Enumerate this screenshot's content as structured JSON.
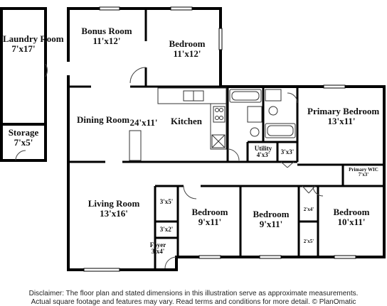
{
  "rooms": {
    "laundry": {
      "name": "Laundry Room",
      "dims": "7'x17'"
    },
    "storage": {
      "name": "Storage",
      "dims": "7'x5'"
    },
    "bonus": {
      "name": "Bonus Room",
      "dims": "11'x12'"
    },
    "bedroom_top": {
      "name": "Bedroom",
      "dims": "11'x12'"
    },
    "dining": {
      "name": "Dining Room"
    },
    "kitchen_dims": "24'x11'",
    "kitchen": {
      "name": "Kitchen"
    },
    "primary_bedroom": {
      "name": "Primary Bedroom",
      "dims": "13'x11'"
    },
    "utility": {
      "name": "Utility",
      "dims": "4'x3'"
    },
    "closet_3x3": {
      "dims": "3'x3'"
    },
    "primary_wic": {
      "name": "Primary WIC",
      "dims": "7'x3'"
    },
    "living": {
      "name": "Living Room",
      "dims": "13'x16'"
    },
    "closet_3x5": {
      "dims": "3'x5'"
    },
    "closet_3x2": {
      "dims": "3'x2'"
    },
    "foyer": {
      "name": "Foyer",
      "dims": "3'x4'"
    },
    "bedroom_a": {
      "name": "Bedroom",
      "dims": "9'x11'"
    },
    "bedroom_b": {
      "name": "Bedroom",
      "dims": "9'x11'"
    },
    "bedroom_c": {
      "name": "Bedroom",
      "dims": "10'x11'"
    },
    "closet_2x4": {
      "dims": "2'x4'"
    },
    "closet_2x5": {
      "dims": "2'x5'"
    }
  },
  "disclaimer": {
    "line1": "Disclaimer: The floor plan and stated dimensions in this illustration serve as approximate measurements.",
    "line2": "Actual square footage and features may vary. Read terms and conditions for more detail. © PlanOmatic"
  }
}
